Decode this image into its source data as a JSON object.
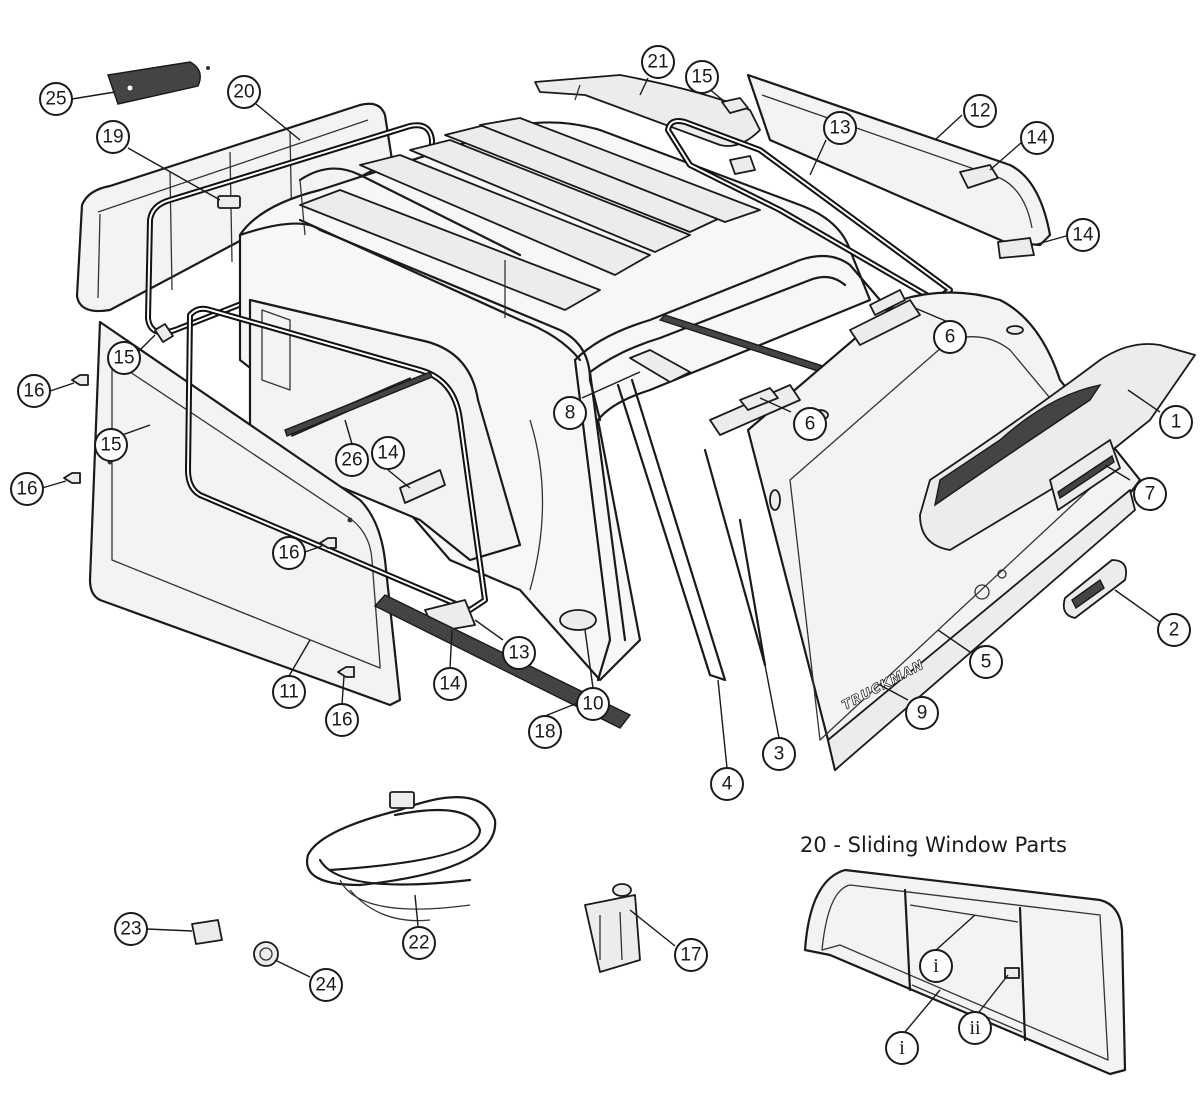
{
  "diagram": {
    "inset_title": "20 - Sliding Window Parts",
    "brand_text": "TRUCKMAN",
    "callouts": [
      {
        "id": "c1",
        "label": "1"
      },
      {
        "id": "c2",
        "label": "2"
      },
      {
        "id": "c3",
        "label": "3"
      },
      {
        "id": "c4",
        "label": "4"
      },
      {
        "id": "c5",
        "label": "5"
      },
      {
        "id": "c6a",
        "label": "6"
      },
      {
        "id": "c6b",
        "label": "6"
      },
      {
        "id": "c7",
        "label": "7"
      },
      {
        "id": "c8",
        "label": "8"
      },
      {
        "id": "c9",
        "label": "9"
      },
      {
        "id": "c10",
        "label": "10"
      },
      {
        "id": "c11",
        "label": "11"
      },
      {
        "id": "c12",
        "label": "12"
      },
      {
        "id": "c13a",
        "label": "13"
      },
      {
        "id": "c13b",
        "label": "13"
      },
      {
        "id": "c14a",
        "label": "14"
      },
      {
        "id": "c14b",
        "label": "14"
      },
      {
        "id": "c14c",
        "label": "14"
      },
      {
        "id": "c14d",
        "label": "14"
      },
      {
        "id": "c15a",
        "label": "15"
      },
      {
        "id": "c15b",
        "label": "15"
      },
      {
        "id": "c15c",
        "label": "15"
      },
      {
        "id": "c16a",
        "label": "16"
      },
      {
        "id": "c16b",
        "label": "16"
      },
      {
        "id": "c16c",
        "label": "16"
      },
      {
        "id": "c16d",
        "label": "16"
      },
      {
        "id": "c17",
        "label": "17"
      },
      {
        "id": "c18",
        "label": "18"
      },
      {
        "id": "c19",
        "label": "19"
      },
      {
        "id": "c20",
        "label": "20"
      },
      {
        "id": "c21",
        "label": "21"
      },
      {
        "id": "c22",
        "label": "22"
      },
      {
        "id": "c23",
        "label": "23"
      },
      {
        "id": "c24",
        "label": "24"
      },
      {
        "id": "c25",
        "label": "25"
      },
      {
        "id": "c26",
        "label": "26"
      },
      {
        "id": "ci1",
        "label": "i"
      },
      {
        "id": "ci2",
        "label": "i"
      },
      {
        "id": "cii",
        "label": "ii"
      }
    ]
  }
}
